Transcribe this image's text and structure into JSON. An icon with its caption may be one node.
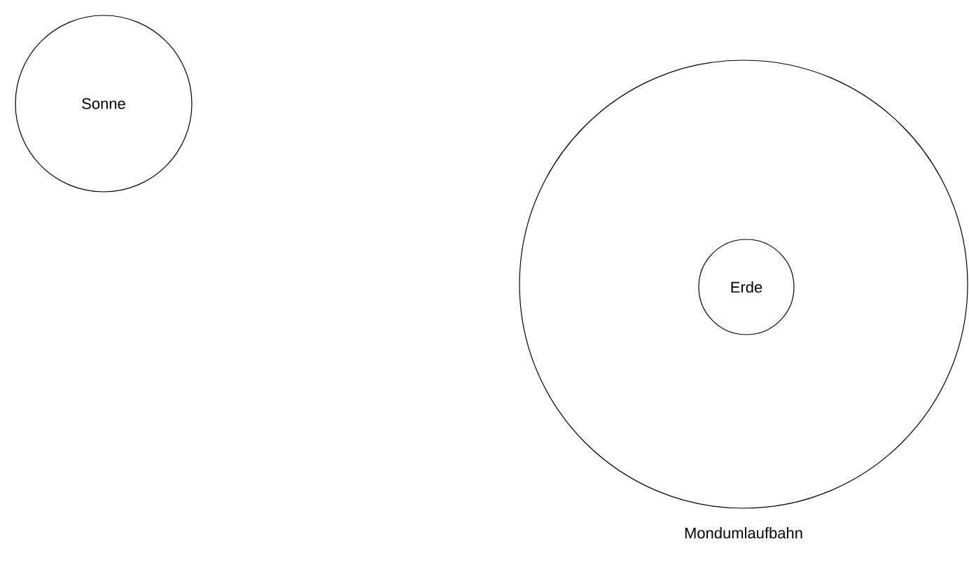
{
  "diagram": {
    "nodes": [
      {
        "text": [
          "Sonne"
        ]
      },
      {
        "text": [
          "Mondumlaufbahn"
        ]
      },
      {
        "text": [
          "Erde"
        ],
        "in": 1
      }
    ]
  }
}
